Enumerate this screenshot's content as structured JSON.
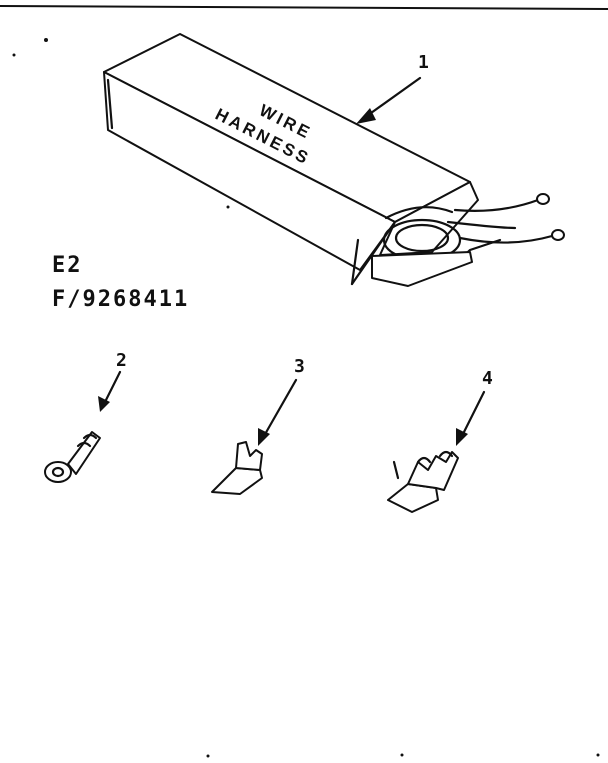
{
  "diagram": {
    "box_text_line1": "WIRE",
    "box_text_line2": "HARNESS",
    "ref_code": "E2",
    "part_number": "F/9268411",
    "callouts": [
      "1",
      "2",
      "3",
      "4"
    ]
  }
}
